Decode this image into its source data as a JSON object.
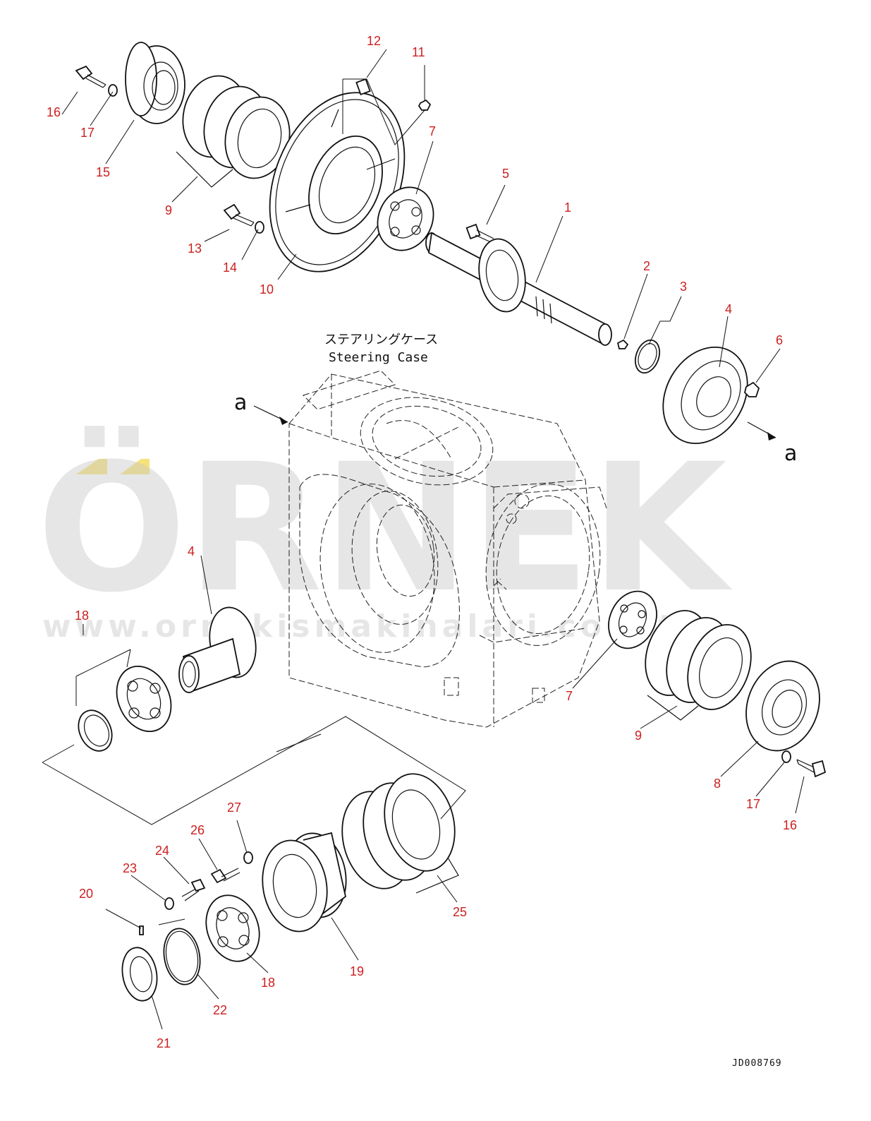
{
  "diagram": {
    "case_label_jp": "ステアリングケース",
    "case_label_en": "Steering Case",
    "view_marker_left": "a",
    "view_marker_right": "a",
    "doc_id": "JD008769"
  },
  "watermark": {
    "brand": "ÖRNEK",
    "url": "www.ornekismakinalari.com.tr",
    "accent_color": "#f5e27a"
  },
  "callouts": {
    "c1": "1",
    "c2": "2",
    "c3": "3",
    "c4a": "4",
    "c4b": "4",
    "c5": "5",
    "c6": "6",
    "c7a": "7",
    "c7b": "7",
    "c8": "8",
    "c9a": "9",
    "c9b": "9",
    "c10": "10",
    "c11": "11",
    "c12": "12",
    "c13": "13",
    "c14": "14",
    "c15": "15",
    "c16a": "16",
    "c16b": "16",
    "c17a": "17",
    "c17b": "17",
    "c18a": "18",
    "c18b": "18",
    "c19": "19",
    "c20": "20",
    "c21": "21",
    "c22": "22",
    "c23": "23",
    "c24": "24",
    "c25": "25",
    "c26": "26",
    "c27": "27"
  }
}
